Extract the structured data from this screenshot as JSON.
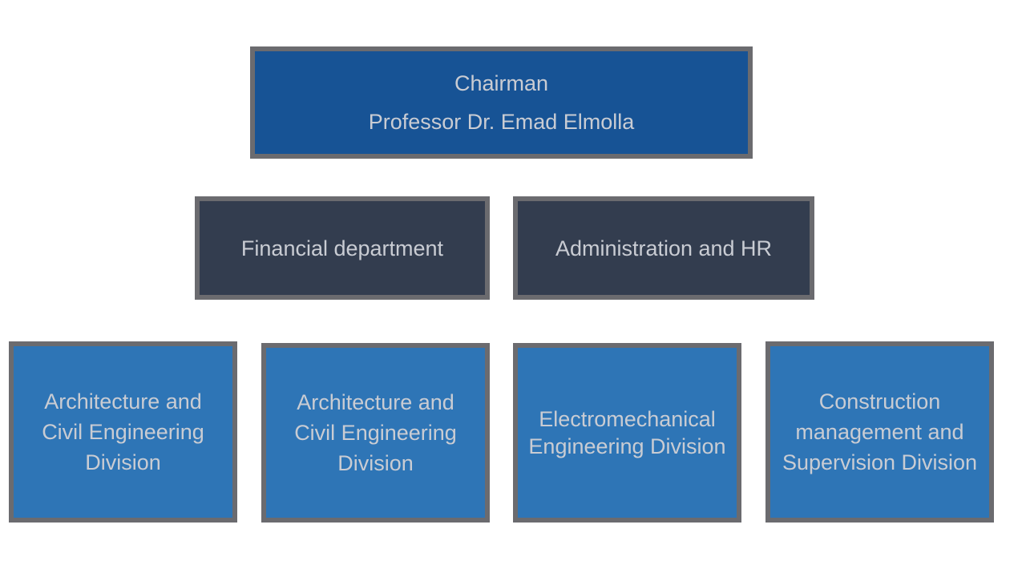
{
  "org_chart": {
    "chairman": {
      "title": "Chairman",
      "name": "Professor Dr. Emad Elmolla",
      "fill": "#175395"
    },
    "departments": [
      {
        "label": "Financial department",
        "fill": "#333d4f"
      },
      {
        "label": "Administration and HR",
        "fill": "#333d4f"
      }
    ],
    "divisions": [
      {
        "lines": [
          "Architecture and",
          "Civil Engineering",
          "Division"
        ],
        "fill": "#2e75b6"
      },
      {
        "lines": [
          "Architecture and",
          "Civil Engineering",
          "Division"
        ],
        "fill": "#2e75b6"
      },
      {
        "lines": [
          "Electromechanical",
          "Engineering Division"
        ],
        "fill": "#2e75b6"
      },
      {
        "lines": [
          "Construction",
          "management and",
          "Supervision Division"
        ],
        "fill": "#2e75b6"
      }
    ],
    "border_color": "#6b6b6f",
    "text_color": "#c9ccd3"
  }
}
